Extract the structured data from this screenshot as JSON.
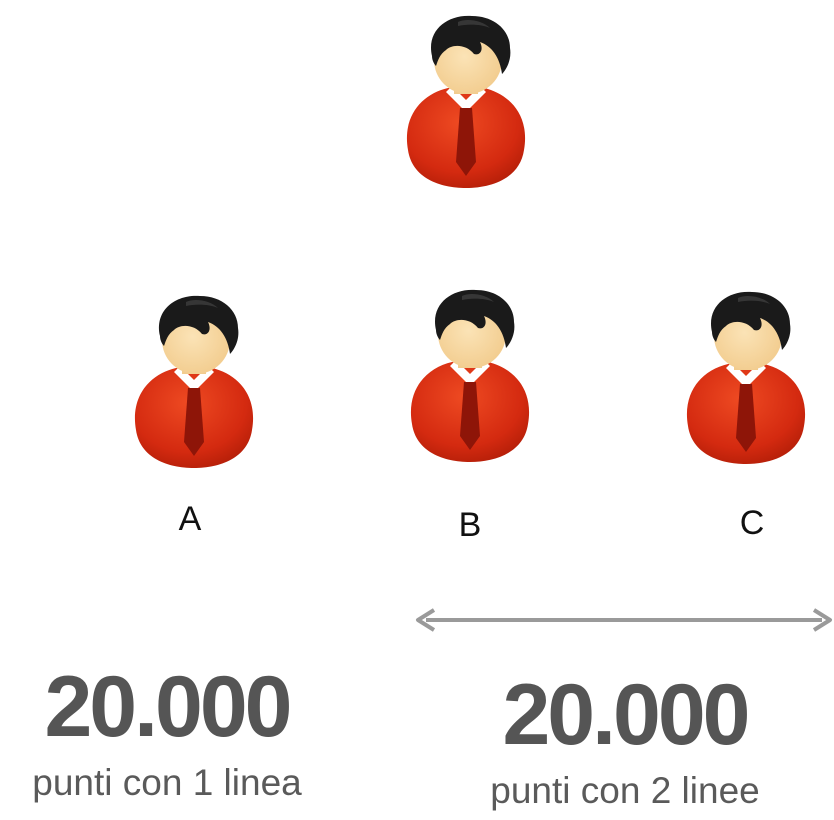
{
  "people": [
    {
      "id": "top",
      "label": ""
    },
    {
      "id": "a",
      "label": "A"
    },
    {
      "id": "b",
      "label": "B"
    },
    {
      "id": "c",
      "label": "C"
    }
  ],
  "stats": [
    {
      "value": "20.000",
      "caption": "punti con 1 linea"
    },
    {
      "value": "20.000",
      "caption": "punti con 2 linee"
    }
  ],
  "colors": {
    "shirt": "#d42a10",
    "tie": "#8e1508",
    "skin": "#f7d9a4",
    "hair": "#1a1a1a",
    "arrow": "#9a9a9a",
    "stat_text": "#555555"
  },
  "icons": {
    "person": "person-icon",
    "arrow": "double-arrow-icon"
  }
}
